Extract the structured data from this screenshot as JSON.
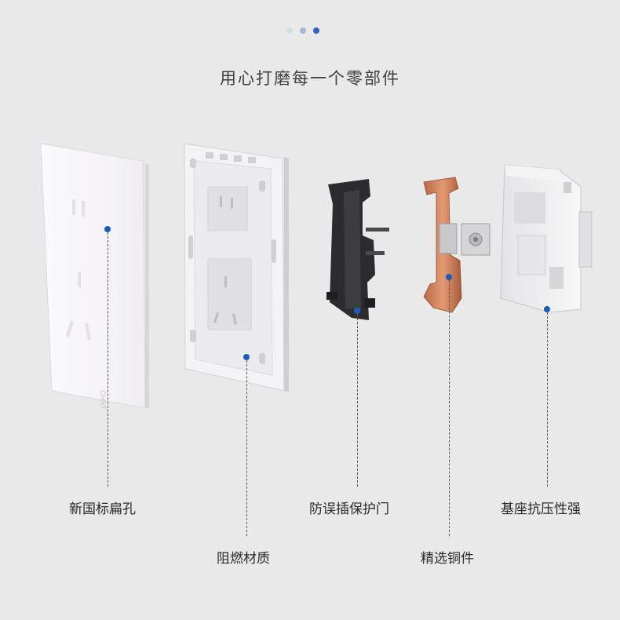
{
  "pager": {
    "dots": [
      {
        "color": "#d6dbe8"
      },
      {
        "color": "#a8b6d8"
      },
      {
        "color": "#2f63c9"
      }
    ]
  },
  "headline": "用心打磨每一个零部件",
  "panel_brand": "CHNT",
  "callouts": {
    "faceplate": "新国标扁孔",
    "frame": "阻燃材质",
    "shutter": "防误插保护门",
    "copper": "精选铜件",
    "base": "基座抗压性强"
  },
  "colors": {
    "accent": "#1e5bb8",
    "background": "#e9e9ea"
  }
}
